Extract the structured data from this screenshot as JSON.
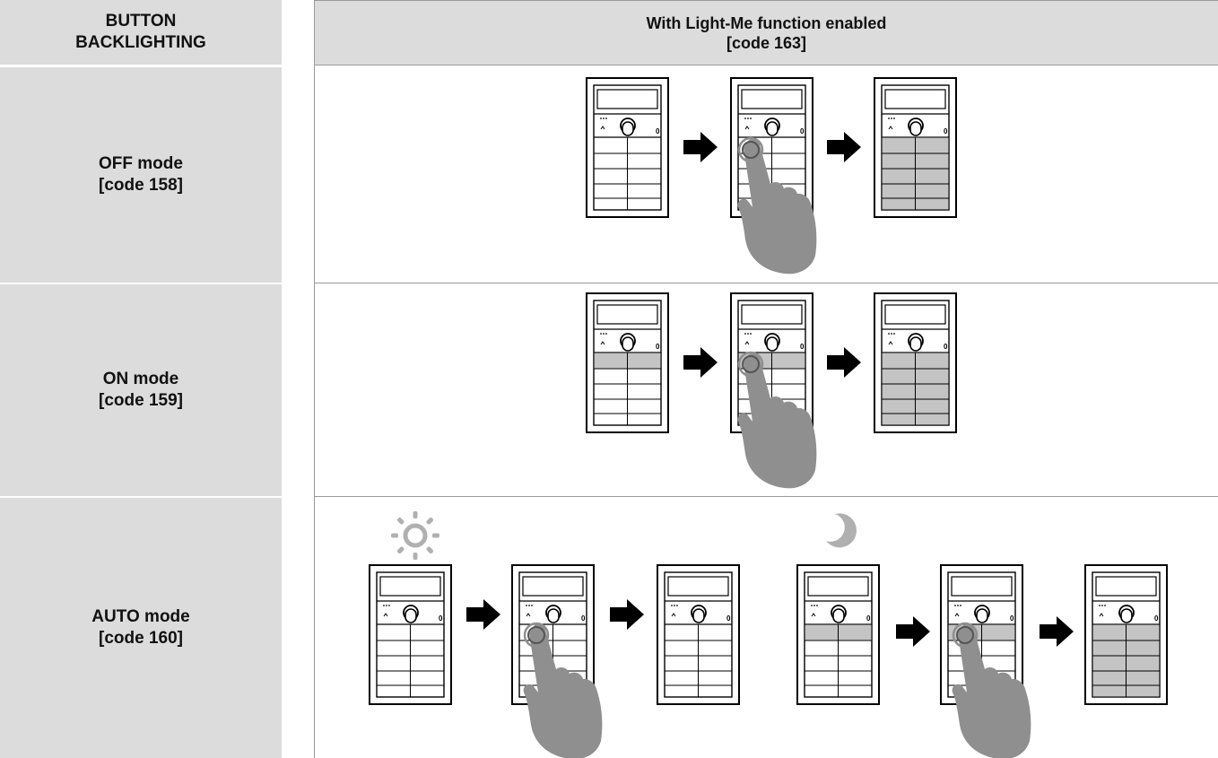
{
  "header": {
    "left_line1": "BUTTON",
    "left_line2": "BACKLIGHTING",
    "right_line1": "With Light-Me function enabled",
    "right_line2": "[code 163]"
  },
  "rows": [
    {
      "mode": "OFF mode",
      "code": "[code 158]"
    },
    {
      "mode": "ON mode",
      "code": "[code 159]"
    },
    {
      "mode": "AUTO mode",
      "code": "[code 160]"
    }
  ],
  "colors": {
    "header_bg": "#dcdcdc",
    "panel_fill_lit": "#c4c4c4",
    "arrow": "#000000",
    "hand": "#8f8f8f",
    "weather_icon": "#b0b0b0"
  },
  "icons": [
    "keypad-panel-icon",
    "arrow-right-icon",
    "hand-press-icon",
    "sun-icon",
    "moon-icon"
  ]
}
